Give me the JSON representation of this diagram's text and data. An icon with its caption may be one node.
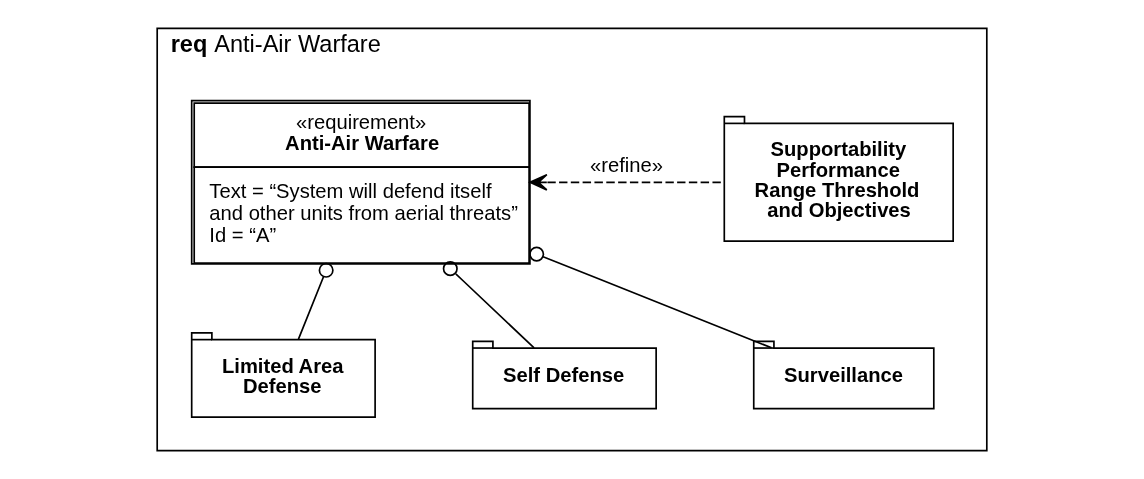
{
  "diagram": {
    "nodes": [
      {
        "text": [
          "**req** Anti-Air Warfare"
        ]
      },
      {
        "text": [
          "«requirement»",
          "**Anti-Air Warfare**",
          "Text = “System will defend itself and other units from aerial threats”",
          "Id = “A”"
        ],
        "in": 0
      },
      {
        "text": [
          "**Supportability Performance Range Threshold and Objectives**"
        ],
        "in": 0
      },
      {
        "text": [
          "**Limited Area Defense**"
        ],
        "in": 0
      },
      {
        "text": [
          "**Self Defense**"
        ],
        "in": 0
      },
      {
        "text": [
          "**Surveillance**"
        ],
        "in": 0
      }
    ],
    "edges": [
      {
        "from": 2,
        "to": 1,
        "arrow": "to",
        "style": "dashed",
        "label": "«refine»"
      },
      {
        "from": 1,
        "to": 3,
        "arrow": "other"
      },
      {
        "from": 1,
        "to": 4,
        "arrow": "other"
      },
      {
        "from": 1,
        "to": 5,
        "arrow": "other"
      }
    ]
  }
}
